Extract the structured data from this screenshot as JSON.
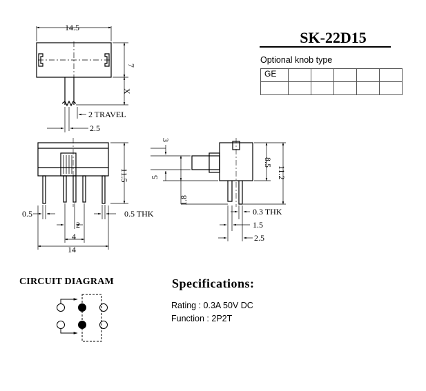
{
  "part_number": "SK-22D15",
  "knob": {
    "caption": "Optional knob type",
    "cells": [
      [
        "GE",
        "",
        "",
        "",
        "",
        ""
      ],
      [
        "",
        "",
        "",
        "",
        "",
        ""
      ]
    ]
  },
  "top_view": {
    "width": "14.5",
    "height": "7",
    "knob_length": "X",
    "travel": "2 TRAVEL",
    "offset": "2.5"
  },
  "front_view": {
    "height": "11.5",
    "left_pin": "0.5",
    "right_pin": "0.5 THK",
    "pitch": "2",
    "span": "4",
    "width": "14"
  },
  "side_view": {
    "knob_height": "3",
    "knob_offset": "5",
    "pin": "1.8",
    "body_height": "8.5",
    "total_height": "11.2",
    "thickness": "0.3 THK",
    "pin_a": "1.5",
    "pin_b": "2.5"
  },
  "circuit": {
    "title": "CIRCUIT DIAGRAM"
  },
  "specs": {
    "title": "Specifications:",
    "rating": "Rating : 0.3A 50V DC",
    "function": "Function  : 2P2T"
  }
}
